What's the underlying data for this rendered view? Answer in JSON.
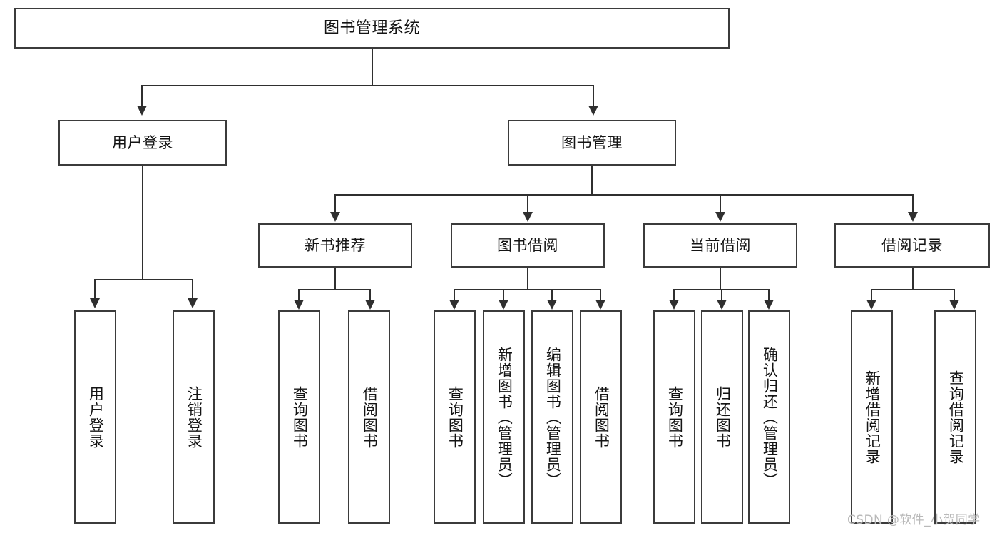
{
  "diagram": {
    "type": "tree-hierarchy-chart",
    "title": "图书管理系统",
    "background_color": "#ffffff",
    "box_border_color": "#3b3b3b",
    "connector_color": "#2f2f2f",
    "text_color": "#141414"
  },
  "root": {
    "label": "图书管理系统"
  },
  "level1": [
    {
      "label": "用户登录"
    },
    {
      "label": "图书管理"
    }
  ],
  "level2": [
    {
      "label": "新书推荐"
    },
    {
      "label": "图书借阅"
    },
    {
      "label": "当前借阅"
    },
    {
      "label": "借阅记录"
    }
  ],
  "leaves": {
    "user_login": [
      {
        "label": "用户登录"
      },
      {
        "label": "注销登录"
      }
    ],
    "new_book_recommend": [
      {
        "label": "查询图书"
      },
      {
        "label": "借阅图书"
      }
    ],
    "book_borrow": [
      {
        "label": "查询图书"
      },
      {
        "label": "新增图书（管理员）"
      },
      {
        "label": "编辑图书（管理员）"
      },
      {
        "label": "借阅图书"
      }
    ],
    "current_borrow": [
      {
        "label": "查询图书"
      },
      {
        "label": "归还图书"
      },
      {
        "label": "确认归还（管理员）"
      }
    ],
    "borrow_record": [
      {
        "label": "新增借阅记录"
      },
      {
        "label": "查询借阅记录"
      }
    ]
  },
  "watermark": {
    "text": "CSDN @软件_小贺同学",
    "color": "#b9b9b9"
  }
}
